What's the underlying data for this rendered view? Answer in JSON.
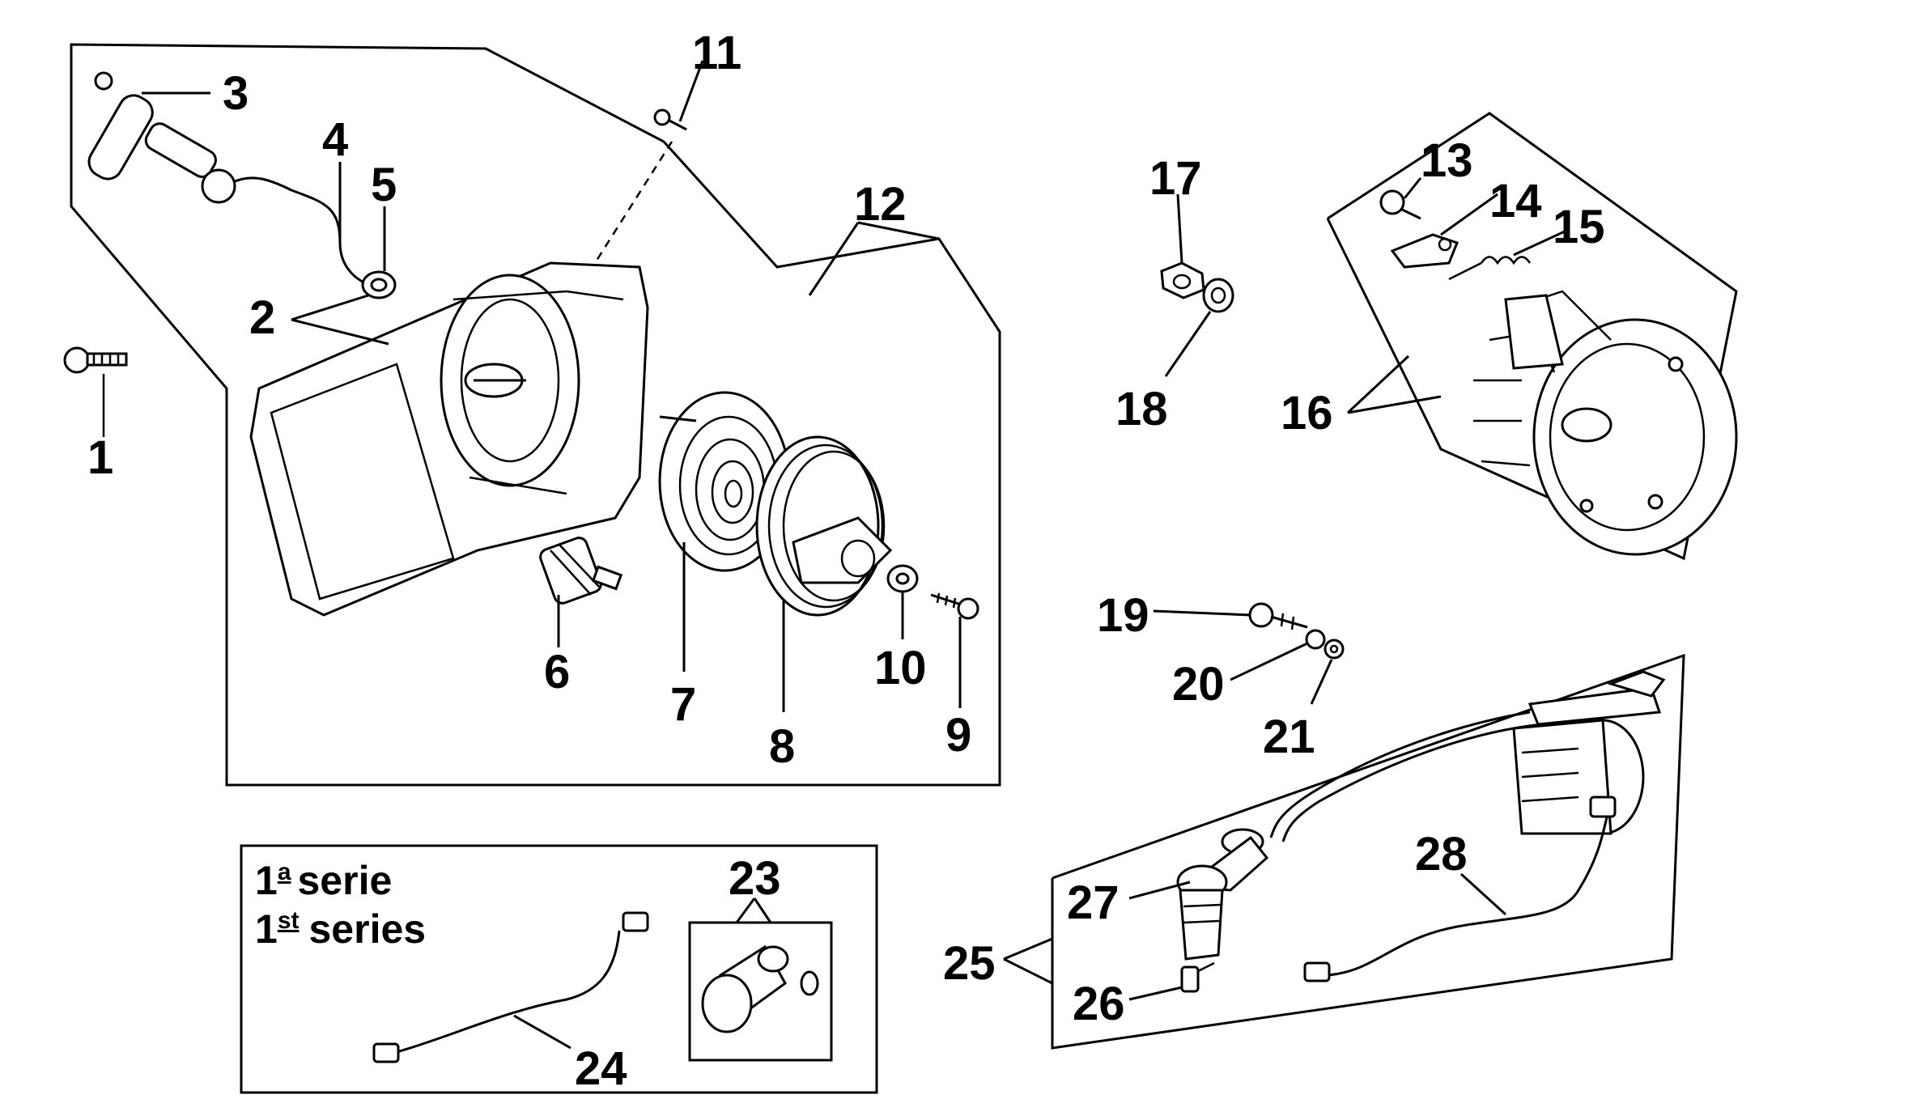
{
  "diagram": {
    "callouts": {
      "c1": "1",
      "c2": "2",
      "c3": "3",
      "c4": "4",
      "c5": "5",
      "c6": "6",
      "c7": "7",
      "c8": "8",
      "c9": "9",
      "c10": "10",
      "c11": "11",
      "c12": "12",
      "c13": "13",
      "c14": "14",
      "c15": "15",
      "c16": "16",
      "c17": "17",
      "c18": "18",
      "c19": "19",
      "c20": "20",
      "c21": "21",
      "c23": "23",
      "c24": "24",
      "c25": "25",
      "c26": "26",
      "c27": "27",
      "c28": "28"
    },
    "series_box": {
      "line1_num": "1",
      "line1_sup": "a",
      "line1_word": "serie",
      "line2_num": "1",
      "line2_sup": "st",
      "line2_word": "series"
    }
  }
}
